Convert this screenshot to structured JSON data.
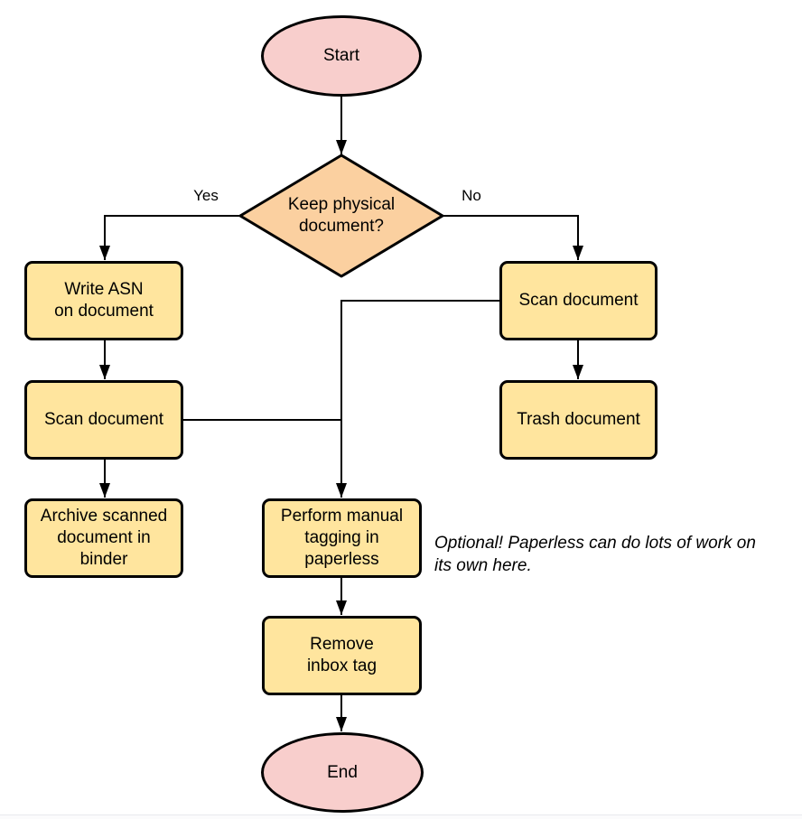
{
  "diagram": {
    "type": "flowchart",
    "colors": {
      "terminal_fill": "#f8cecc",
      "decision_fill": "#fbd0a0",
      "process_fill": "#ffe59e",
      "stroke": "#000000",
      "text": "#000000"
    },
    "nodes": {
      "start": {
        "label": "Start"
      },
      "decision": {
        "lines": [
          "Keep physical",
          "document?"
        ]
      },
      "write_asn": {
        "lines": [
          "Write ASN",
          "on document"
        ]
      },
      "scan_left": {
        "label": "Scan document"
      },
      "archive": {
        "lines": [
          "Archive scanned",
          "document in",
          "binder"
        ]
      },
      "scan_right": {
        "label": "Scan document"
      },
      "trash": {
        "label": "Trash document"
      },
      "tagging": {
        "lines": [
          "Perform manual",
          "tagging in",
          "paperless"
        ]
      },
      "remove_inbox": {
        "lines": [
          "Remove",
          "inbox tag"
        ]
      },
      "end": {
        "label": "End"
      }
    },
    "edge_labels": {
      "yes": "Yes",
      "no": "No"
    },
    "annotation": {
      "lines": [
        "Optional! Paperless can do lots of work on",
        "its own here."
      ]
    }
  }
}
